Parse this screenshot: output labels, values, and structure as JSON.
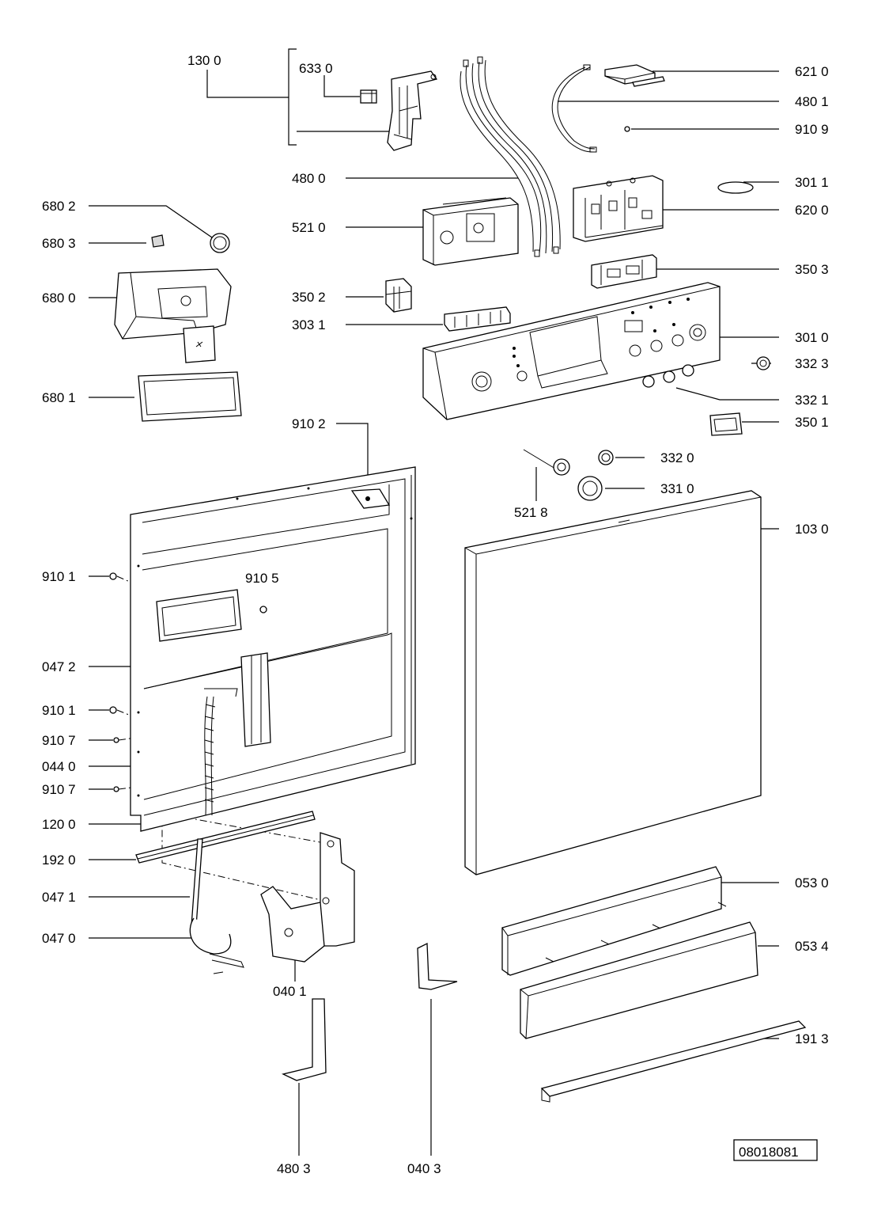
{
  "document_code": "08018081",
  "labels": {
    "l1300": "130 0",
    "l6330": "633 0",
    "l6210": "621 0",
    "l4801": "480 1",
    "l9109": "910 9",
    "l4800": "480 0",
    "l3011": "301 1",
    "l6802": "680 2",
    "l6200": "620 0",
    "l5210": "521 0",
    "l6803": "680 3",
    "l3503": "350 3",
    "l6800": "680 0",
    "l3502": "350 2",
    "l3031": "303 1",
    "l3010": "301 0",
    "l3323": "332 3",
    "l6801": "680 1",
    "l3321": "332 1",
    "l9102": "910 2",
    "l3501": "350 1",
    "l3320": "332 0",
    "l3310": "331 0",
    "l5218": "521 8",
    "l1030": "103 0",
    "l9101a": "910 1",
    "l9105": "910 5",
    "l0472": "047 2",
    "l9101b": "910 1",
    "l9107a": "910 7",
    "l0440": "044 0",
    "l9107b": "910 7",
    "l1200": "120 0",
    "l1920": "192 0",
    "l0530": "053 0",
    "l0471": "047 1",
    "l0534": "053 4",
    "l0470": "047 0",
    "l0401": "040 1",
    "l1913": "191 3",
    "l4803": "480 3",
    "l0403": "040 3"
  }
}
